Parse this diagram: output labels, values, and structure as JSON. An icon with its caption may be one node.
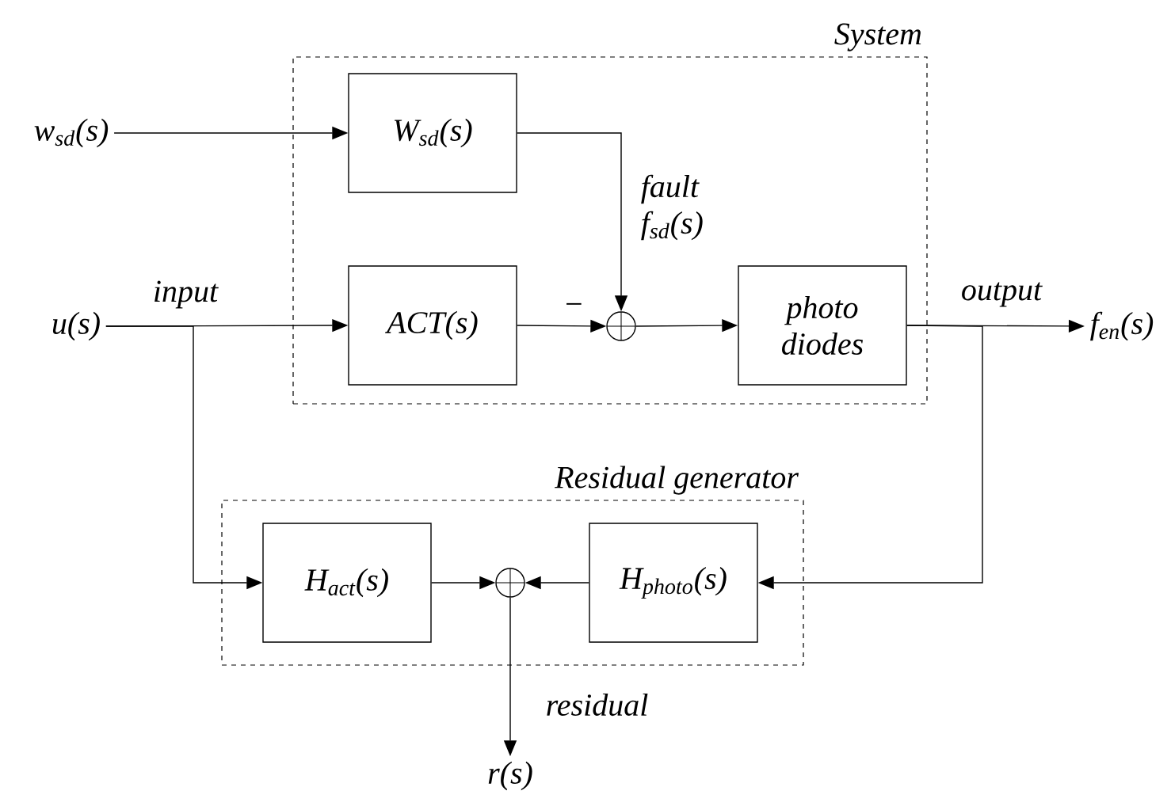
{
  "diagram": {
    "nodes": [
      {
        "text": [
          "System"
        ]
      },
      {
        "text": [
          "W$_{sd}$(s)"
        ],
        "in": 0
      },
      {
        "text": [
          "ACT(s)"
        ],
        "in": 0
      },
      {
        "text": [],
        "shape": "circle",
        "in": 0
      },
      {
        "text": [
          "photo diodes"
        ],
        "in": 0
      },
      {
        "text": [
          "Residual generator"
        ]
      },
      {
        "text": [
          "H$_{act}$(s)"
        ],
        "in": 5
      },
      {
        "text": [],
        "shape": "circle",
        "in": 5
      },
      {
        "text": [
          "H$_{photo}$(s)"
        ],
        "in": 5
      },
      {
        "text": [
          "w$_{sd}$(s)"
        ]
      },
      {
        "text": [
          "u(s)"
        ]
      },
      {
        "text": [
          "f$_{en}$(s)"
        ]
      },
      {
        "text": [
          "r(s)"
        ]
      }
    ],
    "edges": [
      {
        "from": 9,
        "to": 1,
        "arrow": "to"
      },
      {
        "from": 1,
        "to": 3,
        "arrow": "to",
        "label": "fault f$_{sd}$(s)"
      },
      {
        "from": 10,
        "to": 2,
        "arrow": "to",
        "label": "input"
      },
      {
        "from": 2,
        "to": 3,
        "arrow": "to",
        "label": "−"
      },
      {
        "from": 3,
        "to": 4,
        "arrow": "to"
      },
      {
        "from": 4,
        "to": 11,
        "arrow": "to",
        "label": "output"
      },
      {
        "from": 10,
        "to": 6,
        "arrow": "to"
      },
      {
        "from": 4,
        "to": 8,
        "arrow": "to"
      },
      {
        "from": 6,
        "to": 7,
        "arrow": "to"
      },
      {
        "from": 8,
        "to": 7,
        "arrow": "to"
      },
      {
        "from": 7,
        "to": 12,
        "arrow": "to",
        "label": "residual"
      }
    ]
  }
}
